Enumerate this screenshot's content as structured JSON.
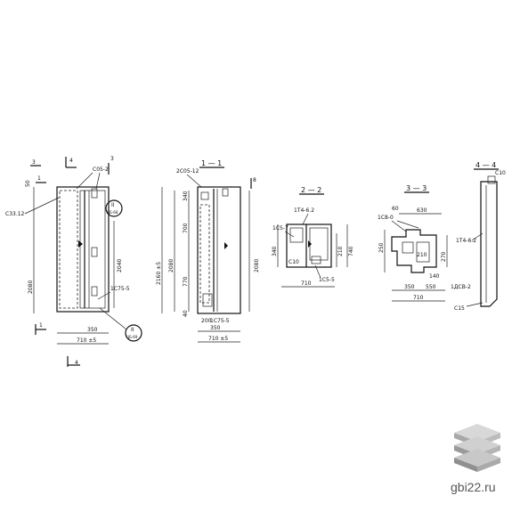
{
  "views": {
    "front": {
      "cut_top_left": "3",
      "cut_top_mid": "4",
      "cut_top_right": "3",
      "cut_side_left": "1",
      "cut_side_right": "1",
      "cut_bottom": "4",
      "tag_top": "C05-2",
      "tag_left": "C33.12",
      "tag_right": "1C75-5",
      "dim_height": "2080",
      "dim_inner": "2040",
      "dim_width": "710 ±5",
      "dim_part": "350",
      "dim_top": "50",
      "circle1_a": "II",
      "circle1_b": "ЦБ-68",
      "circle2_a": "II",
      "circle2_b": "ЦБ-69"
    },
    "section11": {
      "title": "1 — 1",
      "tag_top": "2C05-12",
      "tag_bottom": "1C75-5",
      "dim_total": "2160 ±5",
      "dim_height": "2080",
      "dim_right": "2080",
      "dim_a": "700",
      "dim_b": "770",
      "dim_c": "340",
      "dim_width": "710 ±5",
      "dim_part": "350",
      "dim_small": "200",
      "dim_top": "40",
      "mark": "8"
    },
    "section22": {
      "title": "2 — 2",
      "tag_a": "1T4-6.2",
      "tag_b": "1C5-7",
      "tag_c": "1C5-5",
      "tag_d": "C10",
      "dim_width": "710",
      "dim_h1": "340",
      "dim_h2": "210",
      "dim_h3": "740"
    },
    "section33": {
      "title": "3 — 3",
      "tag_a": "1C8-0",
      "tag_b": "1ДСВ-2",
      "dim_top": "630",
      "dim_top2": "60",
      "dim_a": "250",
      "dim_b": "270",
      "dim_c": "350",
      "dim_d": "550",
      "dim_e": "710",
      "dim_f": "210",
      "dim_g": "140"
    },
    "section44": {
      "title": "4 — 4",
      "tag_a": "1T4-6.2",
      "tag_b": "C15",
      "tag_c": "C10"
    }
  },
  "watermark": {
    "text": "gbi22.ru",
    "icon": "stacked-slabs-icon"
  }
}
